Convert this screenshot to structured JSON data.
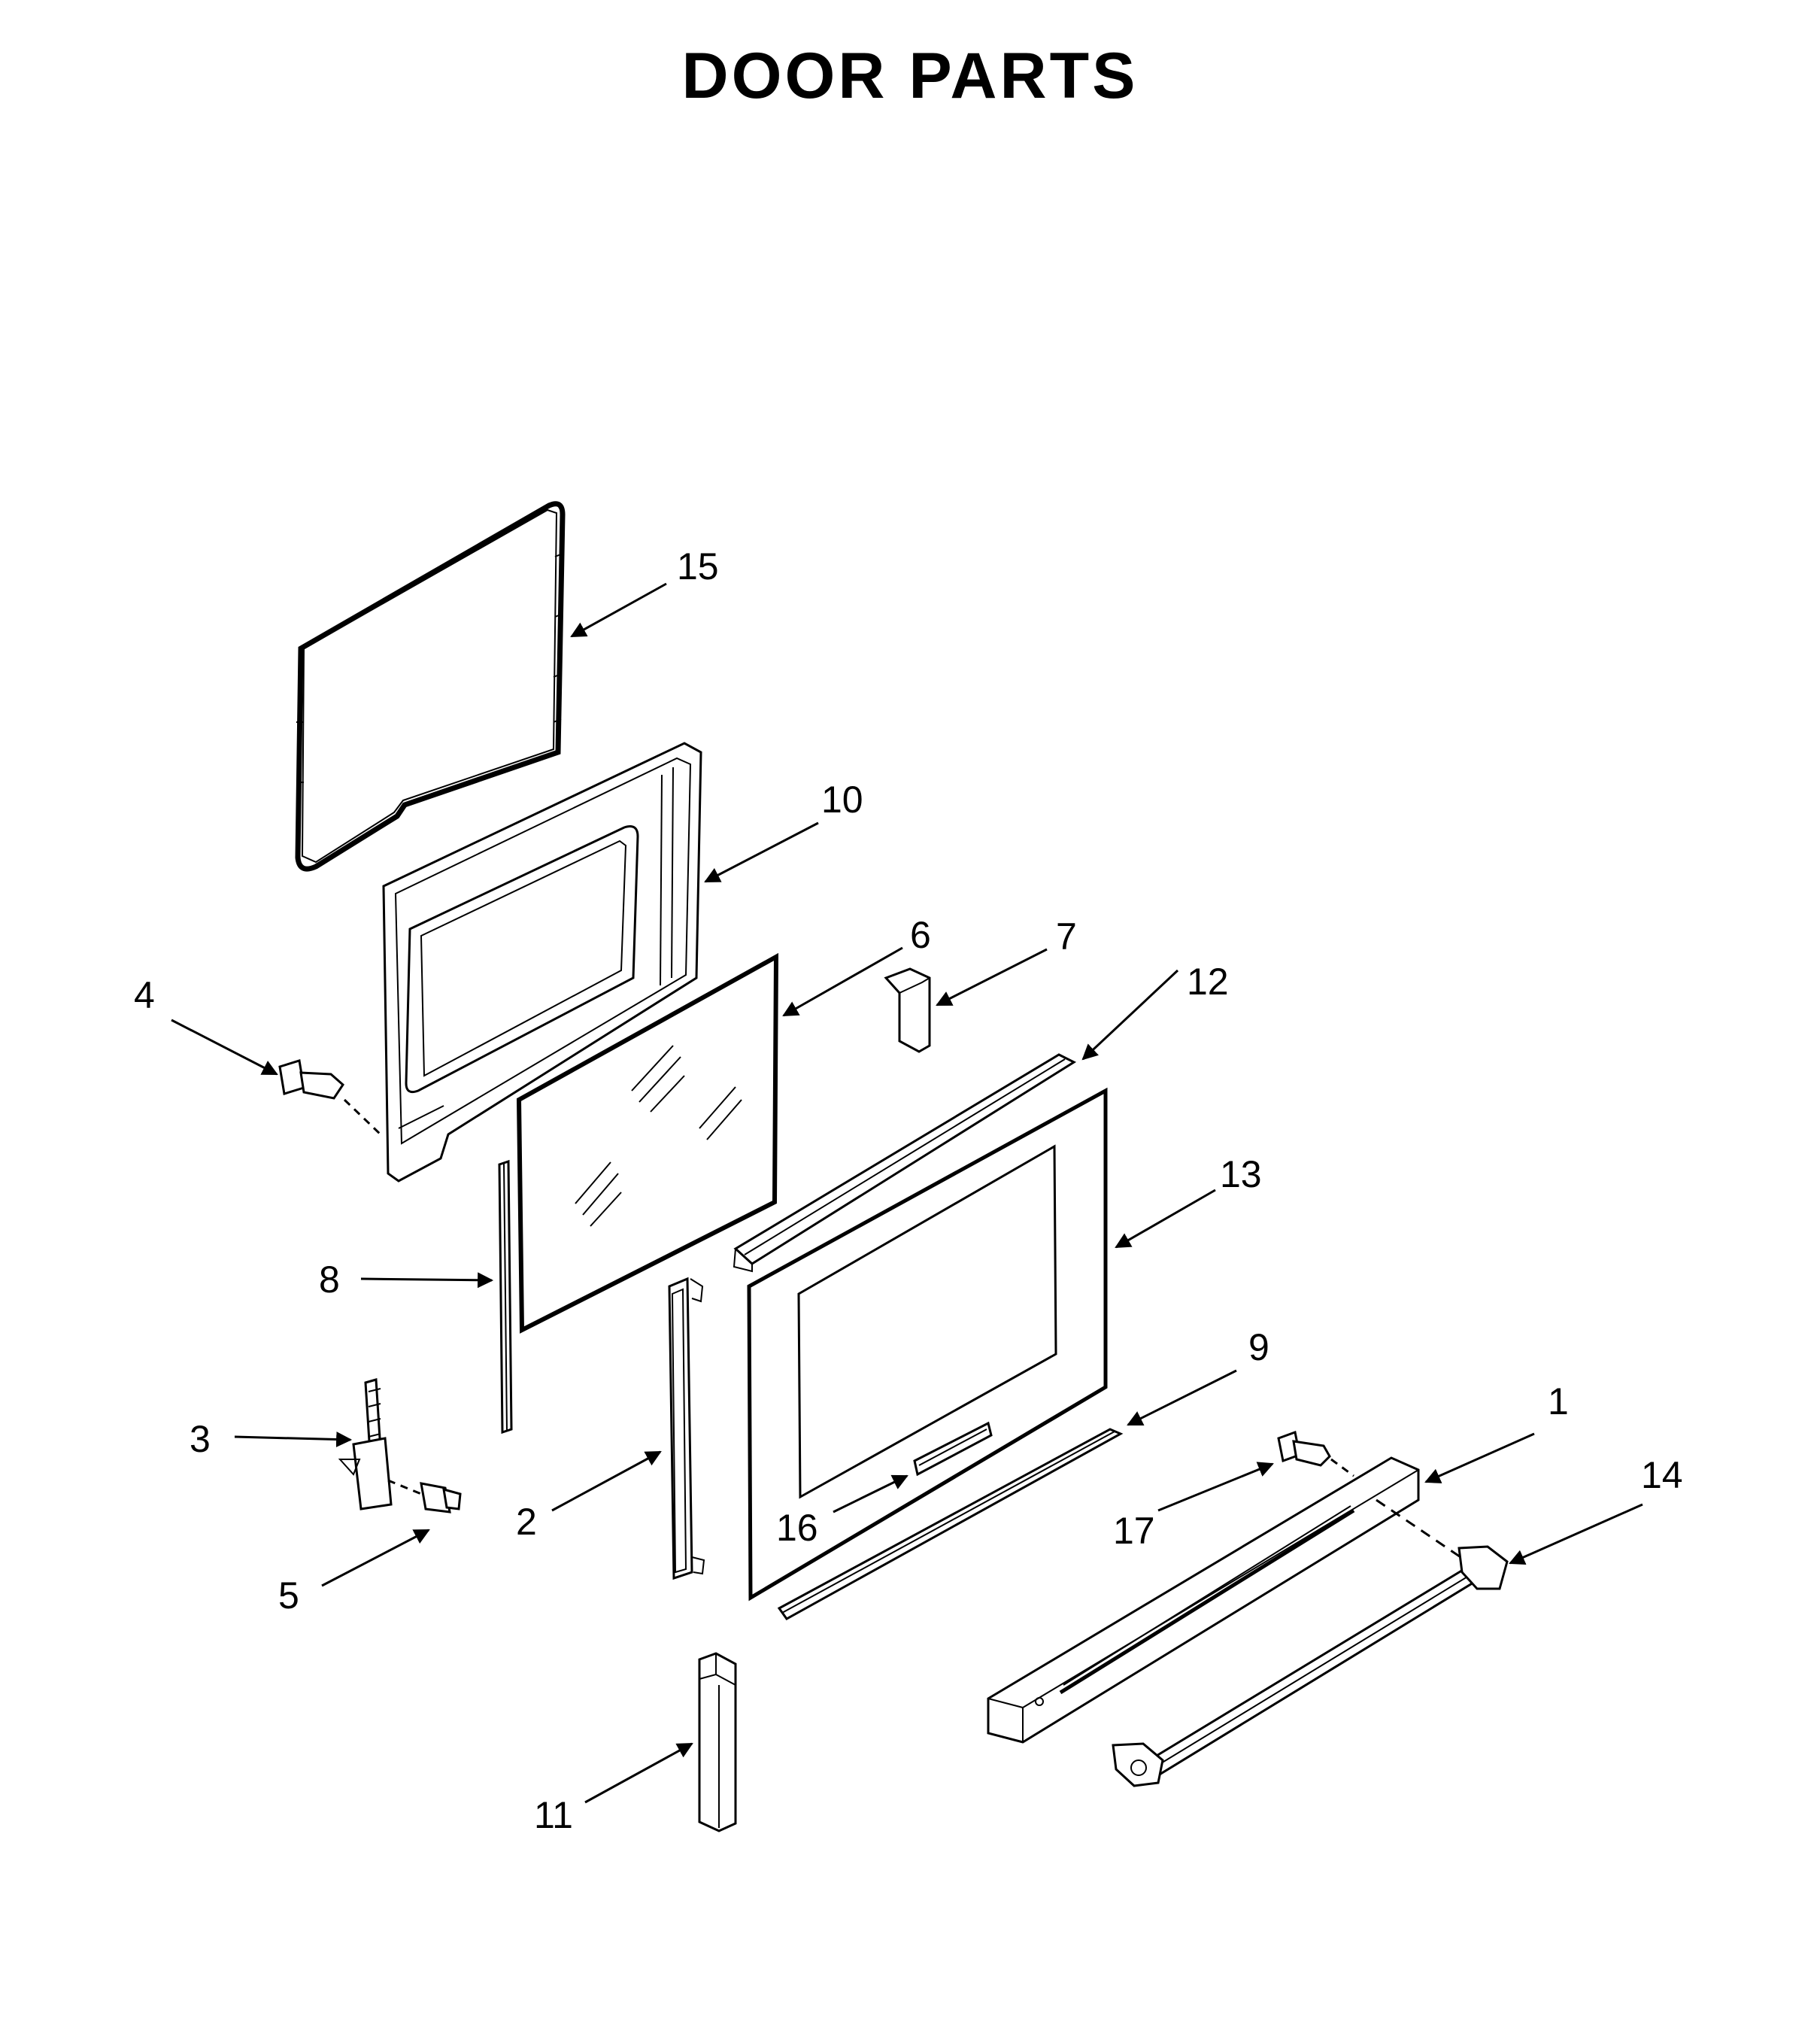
{
  "title": "DOOR PARTS",
  "callouts": {
    "c1": "1",
    "c2": "2",
    "c3": "3",
    "c4": "4",
    "c5": "5",
    "c6": "6",
    "c7": "7",
    "c8": "8",
    "c9": "9",
    "c10": "10",
    "c11": "11",
    "c12": "12",
    "c13": "13",
    "c14": "14",
    "c15": "15",
    "c16": "16",
    "c17": "17"
  }
}
